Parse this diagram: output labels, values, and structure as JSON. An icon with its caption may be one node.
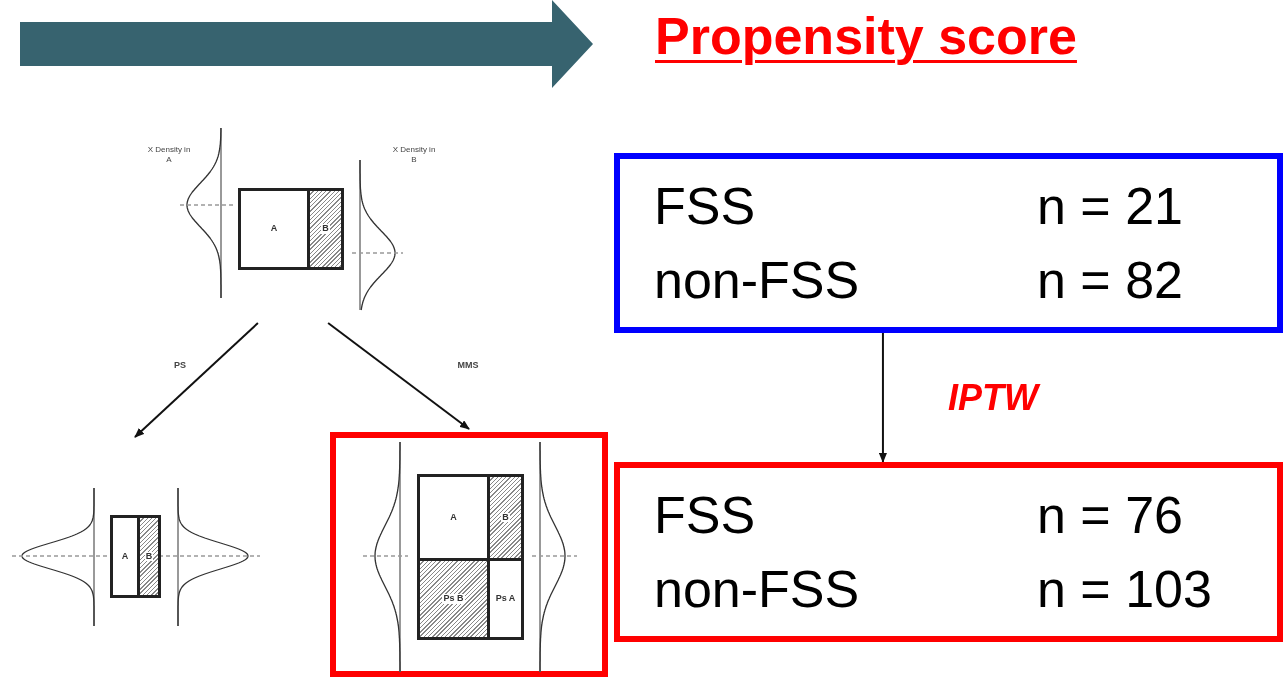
{
  "diagram": {
    "title": "Propensity score",
    "nodes": [
      {
        "text": [
          "X Density in A",
          "A",
          "B",
          "X Density in B"
        ]
      },
      {
        "text": [
          "A",
          "B"
        ]
      },
      {
        "text": [
          "A",
          "B",
          "Ps B",
          "Ps A"
        ]
      },
      {
        "text": [
          "FSS",
          "n = 21",
          "non-FSS",
          "n = 82"
        ]
      },
      {
        "text": [
          "FSS",
          "n = 76",
          "non-FSS",
          "n = 103"
        ]
      }
    ],
    "edges": [
      {
        "from": 0,
        "to": 1,
        "arrow": "to",
        "label": "PS"
      },
      {
        "from": 0,
        "to": 2,
        "arrow": "to",
        "label": "MMS"
      },
      {
        "from": 3,
        "to": 4,
        "arrow": "to",
        "label": "IPTW"
      }
    ]
  }
}
